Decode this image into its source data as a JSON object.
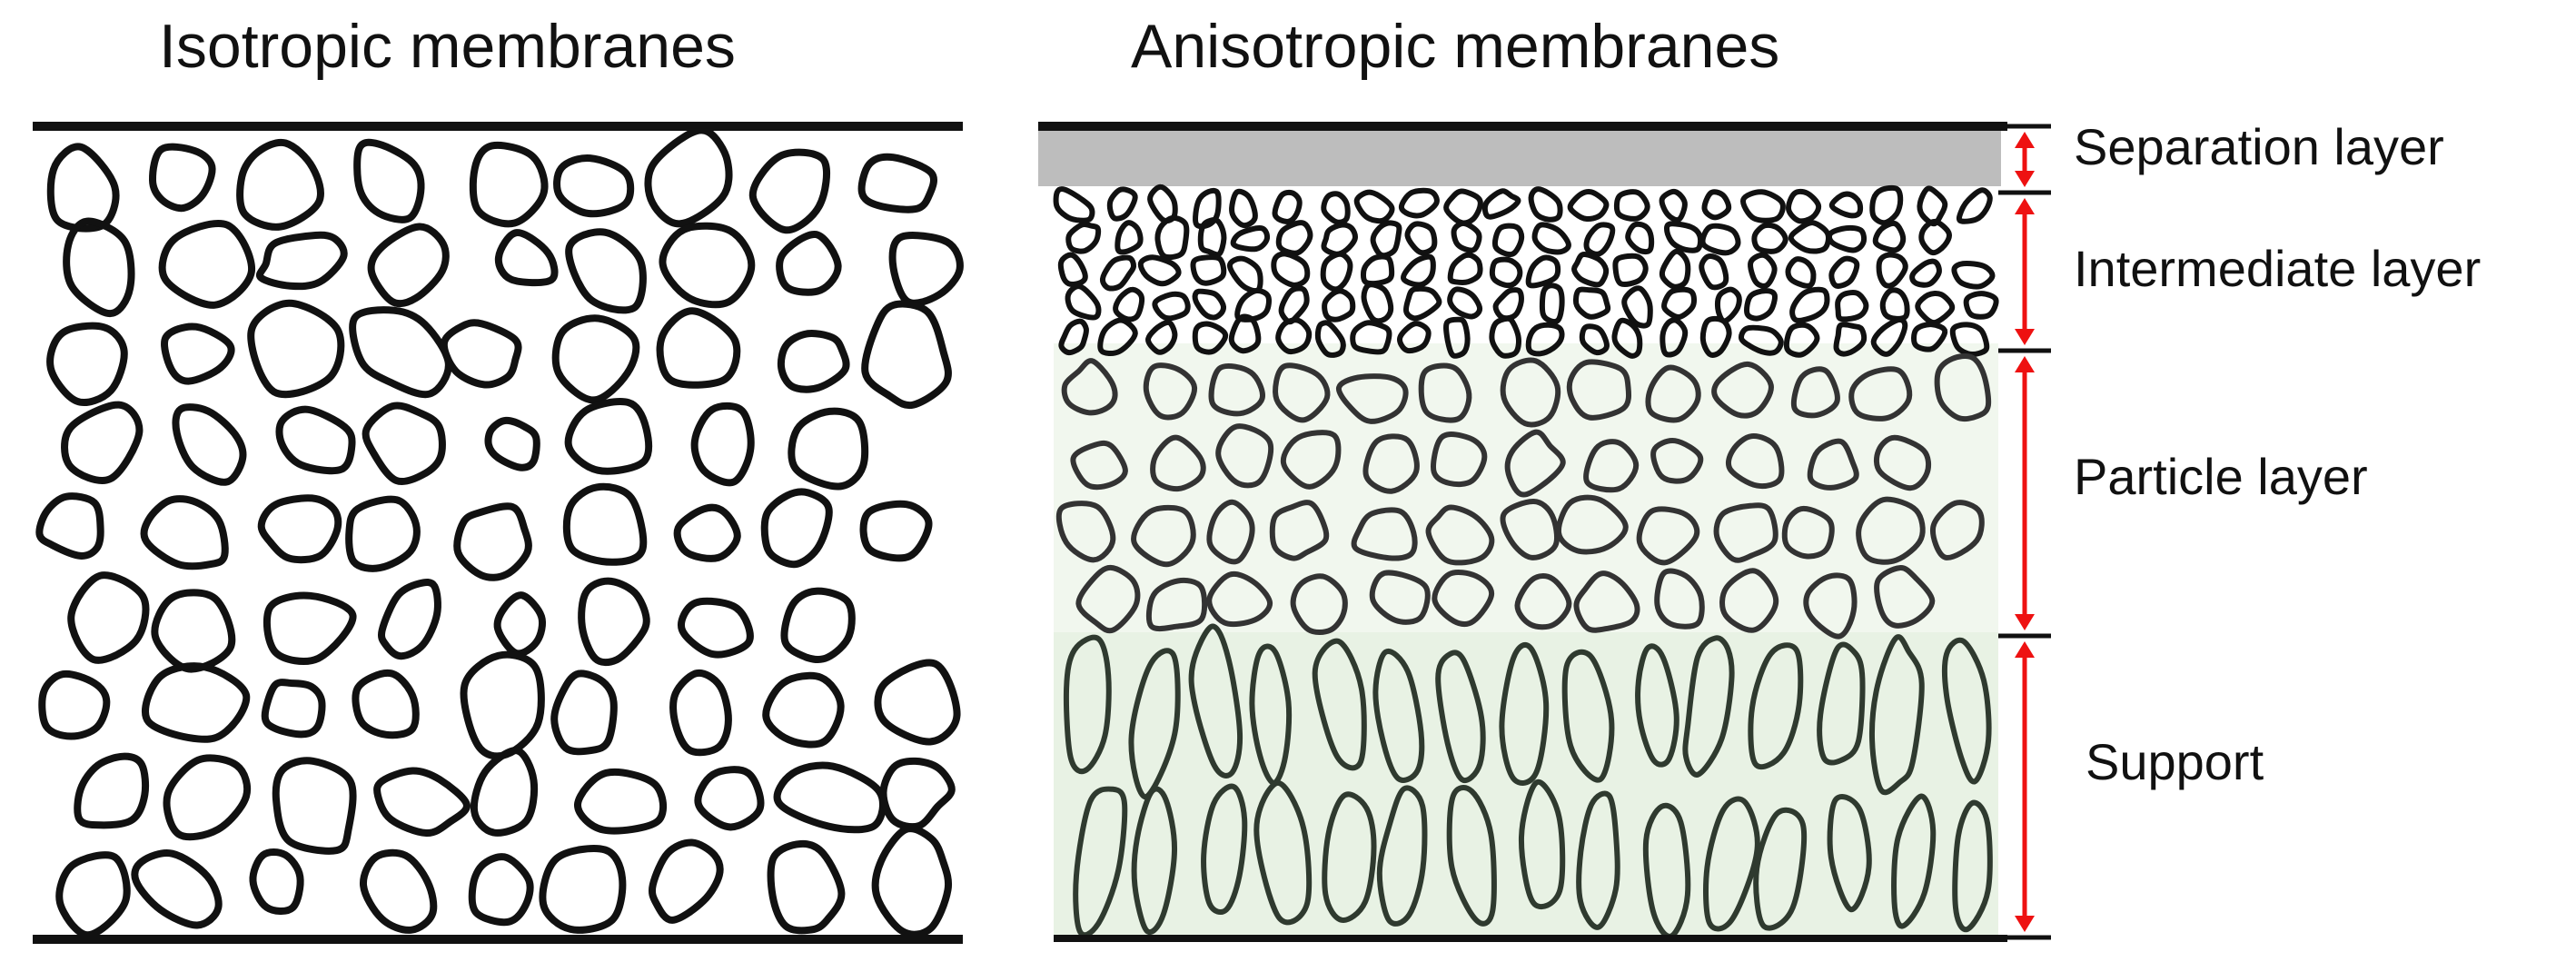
{
  "titles": {
    "isotropic": "Isotropic membranes",
    "anisotropic": "Anisotropic membranes"
  },
  "layers": [
    {
      "id": "separation",
      "label": "Separation layer"
    },
    {
      "id": "intermediate",
      "label": "Intermediate layer"
    },
    {
      "id": "particle",
      "label": "Particle layer"
    },
    {
      "id": "support",
      "label": "Support"
    }
  ],
  "colors": {
    "outline": "#111111",
    "separation_fill": "#bdbdbd",
    "arrow": "#ee1111",
    "particle_tint": "#f1f7ee",
    "support_tint": "#e8f2e4"
  }
}
